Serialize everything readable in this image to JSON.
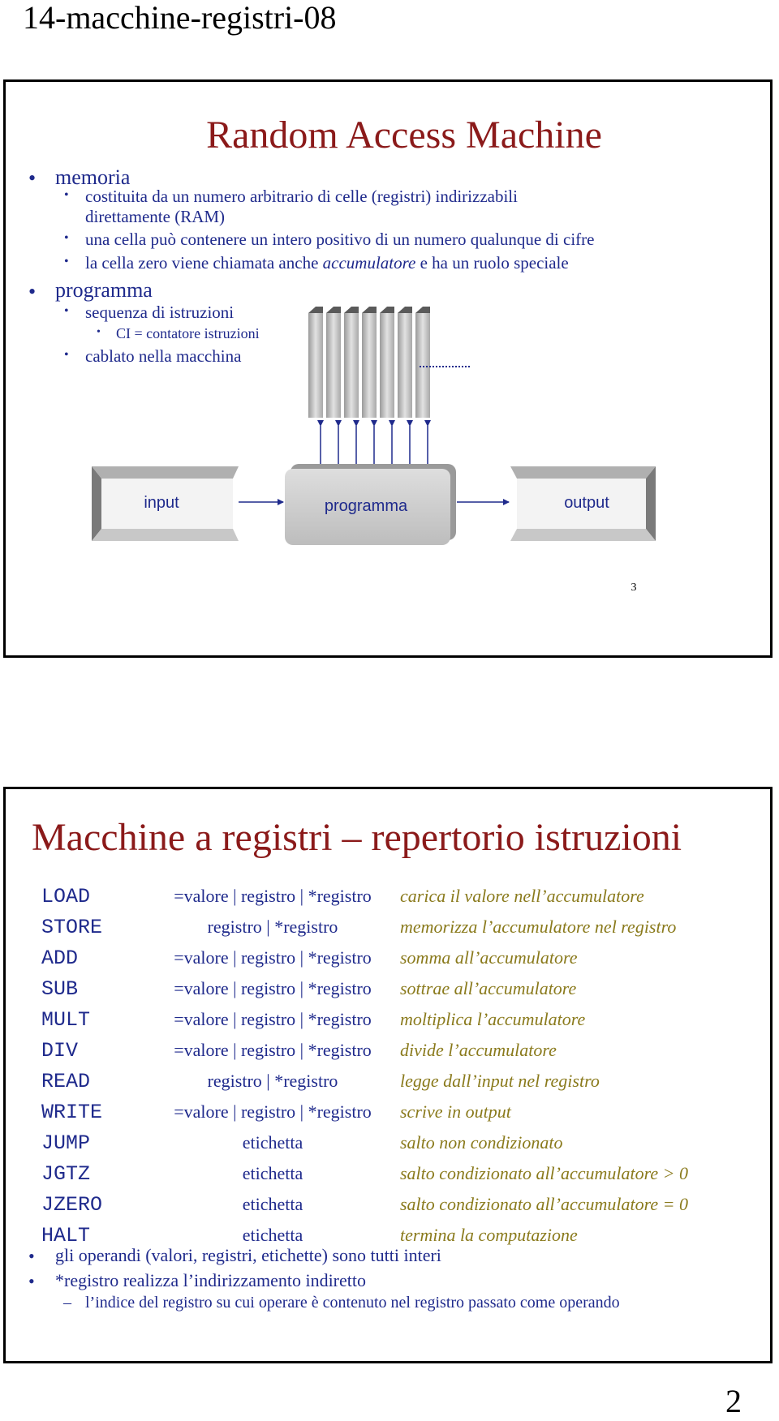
{
  "doc_title": "14-macchine-registri-08",
  "page_number": "2",
  "slide1": {
    "title": "Random Access Machine",
    "bullets": [
      {
        "text": "memoria",
        "subs": [
          "costituita da un numero arbitrario di celle (registri) indirizzabili",
          "direttamente (RAM)",
          "una cella può contenere un intero positivo di un numero qualunque di cifre"
        ]
      },
      {
        "text": "programma",
        "subs": [
          "sequenza di istruzioni",
          "cablato nella macchina"
        ]
      }
    ],
    "cell_zero": {
      "before": "la cella zero viene chiamata anche ",
      "em": "accumulatore",
      "after": " e ha un ruolo speciale"
    },
    "ci_item": "CI = contatore istruzioni",
    "diagram": {
      "input_label": "input",
      "program_label": "programma",
      "output_label": "output"
    },
    "slide_number": "3"
  },
  "slide2": {
    "title": "Macchine a registri – repertorio istruzioni",
    "instructions": [
      {
        "op": "LOAD",
        "args": "=valore | registro | *registro",
        "desc": "carica il valore nell’accumulatore"
      },
      {
        "op": "STORE",
        "args": "registro | *registro",
        "desc": "memorizza l’accumulatore nel registro"
      },
      {
        "op": "ADD",
        "args": "=valore | registro | *registro",
        "desc": "somma all’accumulatore"
      },
      {
        "op": "SUB",
        "args": "=valore | registro | *registro",
        "desc": "sottrae all’accumulatore"
      },
      {
        "op": "MULT",
        "args": "=valore | registro | *registro",
        "desc": "moltiplica l’accumulatore"
      },
      {
        "op": "DIV",
        "args": "=valore | registro | *registro",
        "desc": "divide l’accumulatore"
      },
      {
        "op": "READ",
        "args": "registro | *registro",
        "desc": "legge dall’input nel registro"
      },
      {
        "op": "WRITE",
        "args": "=valore | registro | *registro",
        "desc": "scrive in output"
      },
      {
        "op": "JUMP",
        "args": "etichetta",
        "desc": "salto non condizionato"
      },
      {
        "op": "JGTZ",
        "args": "etichetta",
        "desc": "salto condizionato all’accumulatore > 0"
      },
      {
        "op": "JZERO",
        "args": "etichetta",
        "desc": "salto condizionato all’accumulatore = 0"
      },
      {
        "op": "HALT",
        "args": "etichetta",
        "desc": "termina la computazione"
      }
    ],
    "notes": [
      "gli operandi (valori, registri, etichette) sono tutti interi",
      "*registro realizza l’indirizzamento indiretto"
    ],
    "subnote": "l’indice del registro su cui operare è contenuto nel registro passato come operando"
  }
}
